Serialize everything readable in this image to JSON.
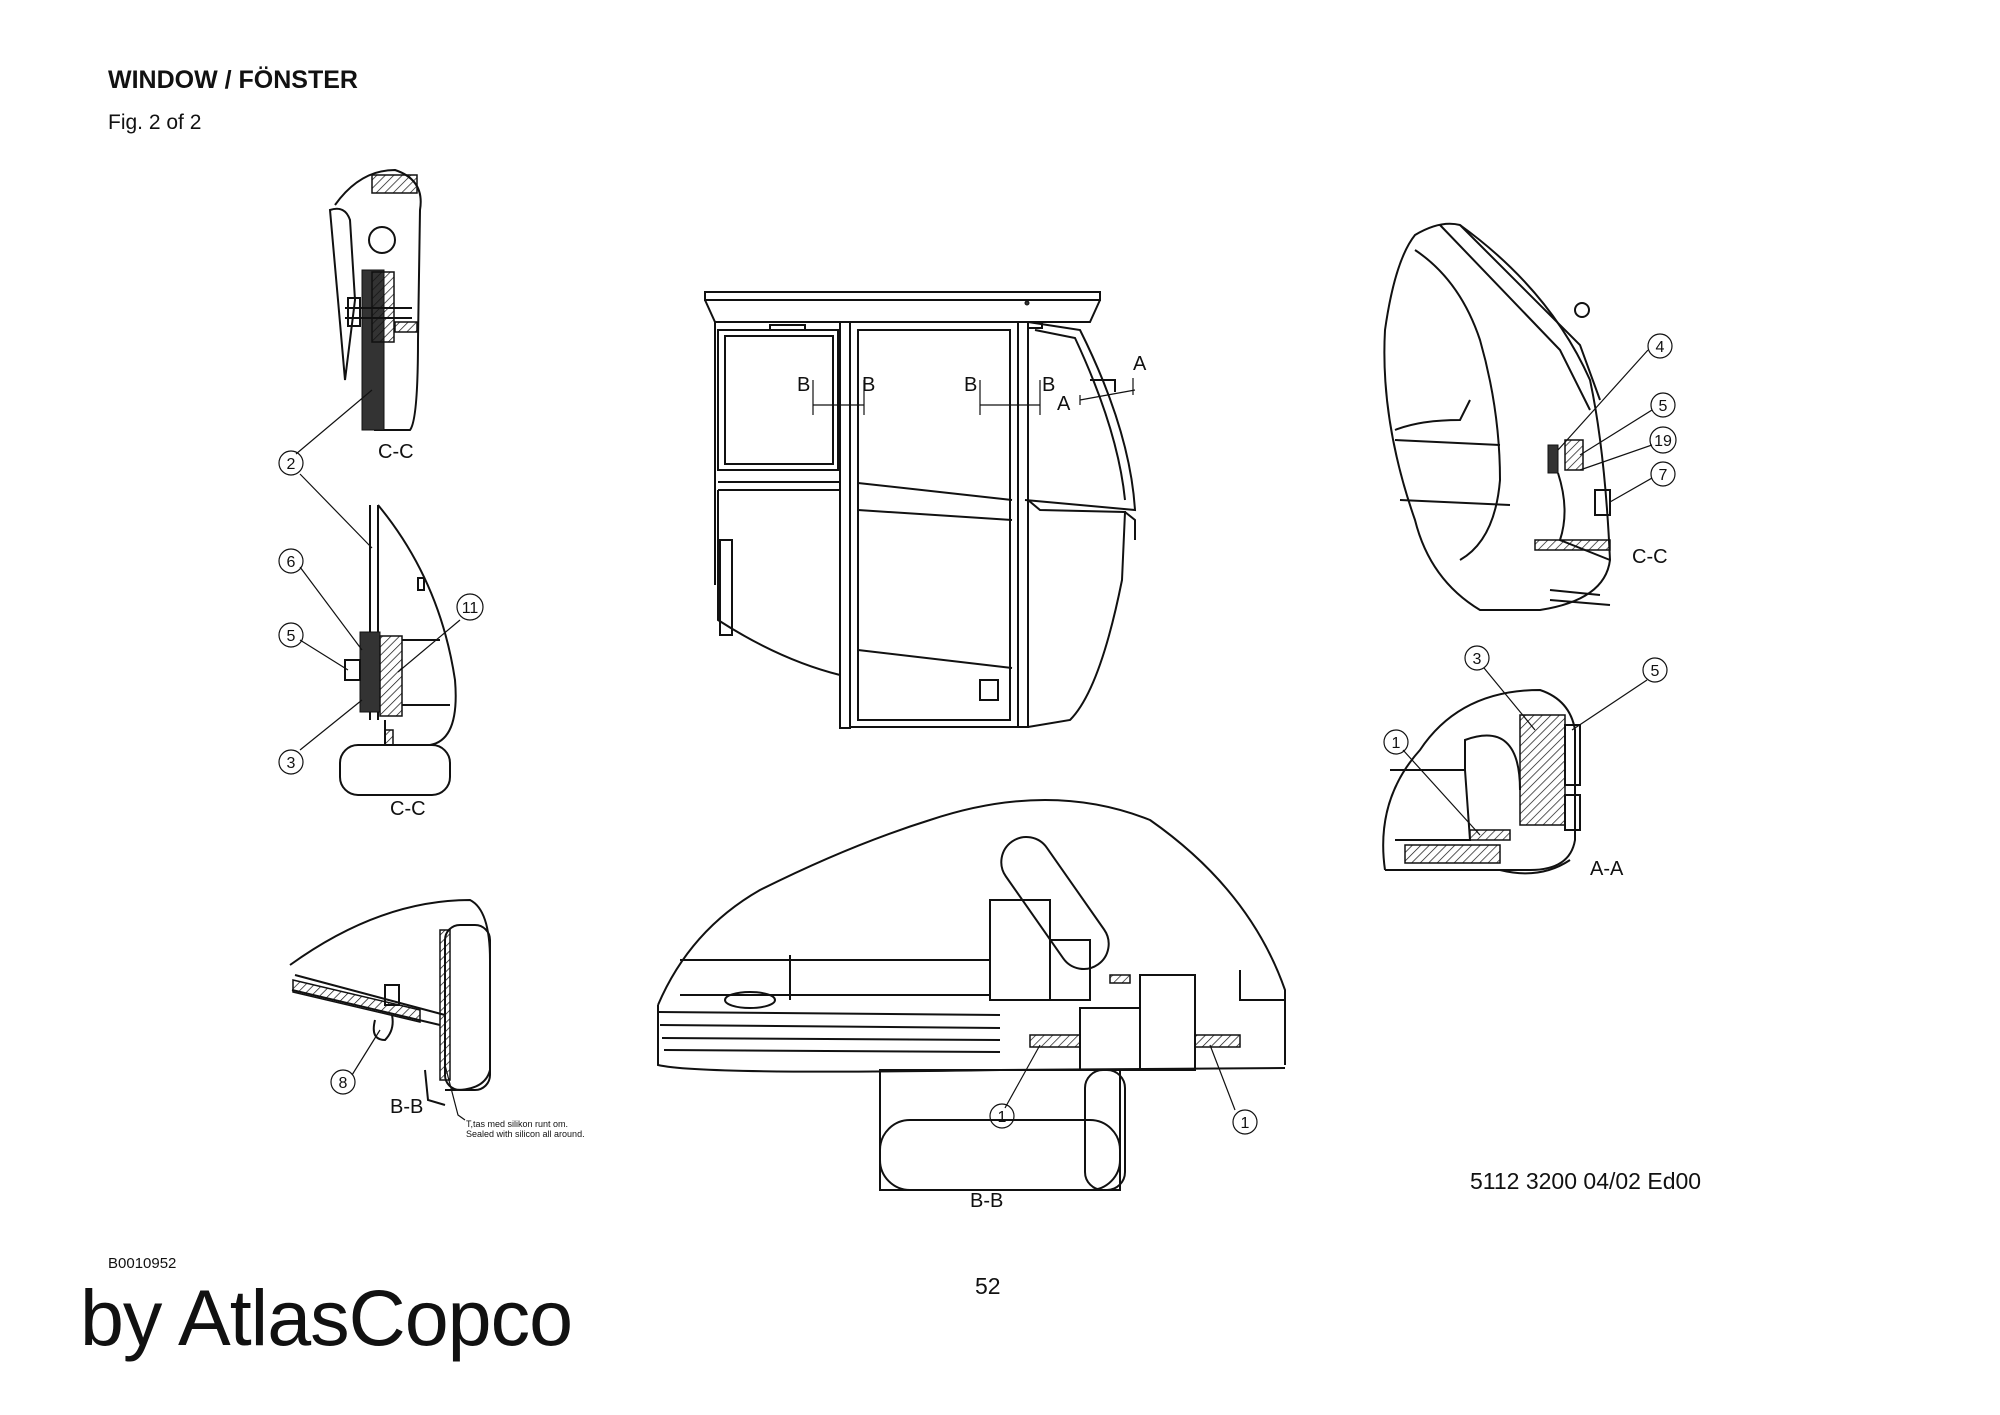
{
  "header": {
    "title": "WINDOW / FÖNSTER",
    "fig": "Fig. 2 of 2"
  },
  "footer": {
    "doc_ref": "5112 3200 04/02  Ed00",
    "drawing_id": "B0010952",
    "page_number": "52",
    "brand": "by AtlasCopco"
  },
  "section_labels": {
    "cc_top": "C-C",
    "cc_mid": "C-C",
    "cc_right": "C-C",
    "aa": "A-A",
    "bb_left": "B-B",
    "bb_bottom": "B-B"
  },
  "cab_marks": {
    "b1": "B",
    "b2": "B",
    "b3": "B",
    "b4": "B",
    "a1": "A",
    "a2": "A"
  },
  "callouts": {
    "cc_left": [
      "2",
      "6",
      "5",
      "11",
      "3"
    ],
    "cc_right": [
      "4",
      "5",
      "19",
      "7"
    ],
    "aa": [
      "3",
      "5",
      "1"
    ],
    "bb_left": [
      "8"
    ],
    "bb_bottom": [
      "1",
      "1"
    ]
  },
  "note": {
    "line1": "T,tas med silikon runt om.",
    "line2": "Sealed with silicon all around."
  }
}
